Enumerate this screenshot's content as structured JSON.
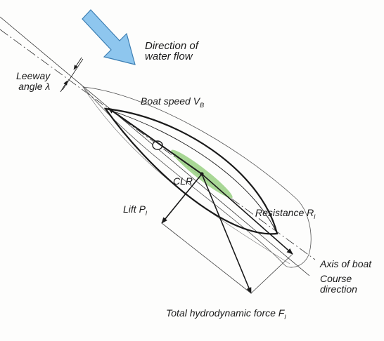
{
  "diagram": {
    "flow_label_line1": "Direction of",
    "flow_label_line2": "water flow",
    "leeway_line1": "Leeway",
    "leeway_line2": "angle λ",
    "boat_speed": "Boat speed V",
    "boat_speed_sub": "B",
    "clr": "CLR",
    "lift": "Lift P",
    "lift_sub": "l",
    "resistance": "Resistance R",
    "resistance_sub": "l",
    "axis_of_boat": "Axis of boat",
    "course_line1": "Course",
    "course_line2": "direction",
    "total_force": "Total hydrodynamic force F",
    "total_force_sub": "l"
  },
  "colors": {
    "flow_arrow_fill": "#8ec6ee",
    "flow_arrow_stroke": "#3d7fb3",
    "keel_fill": "#9fd38a",
    "line": "#1a1a1a"
  }
}
